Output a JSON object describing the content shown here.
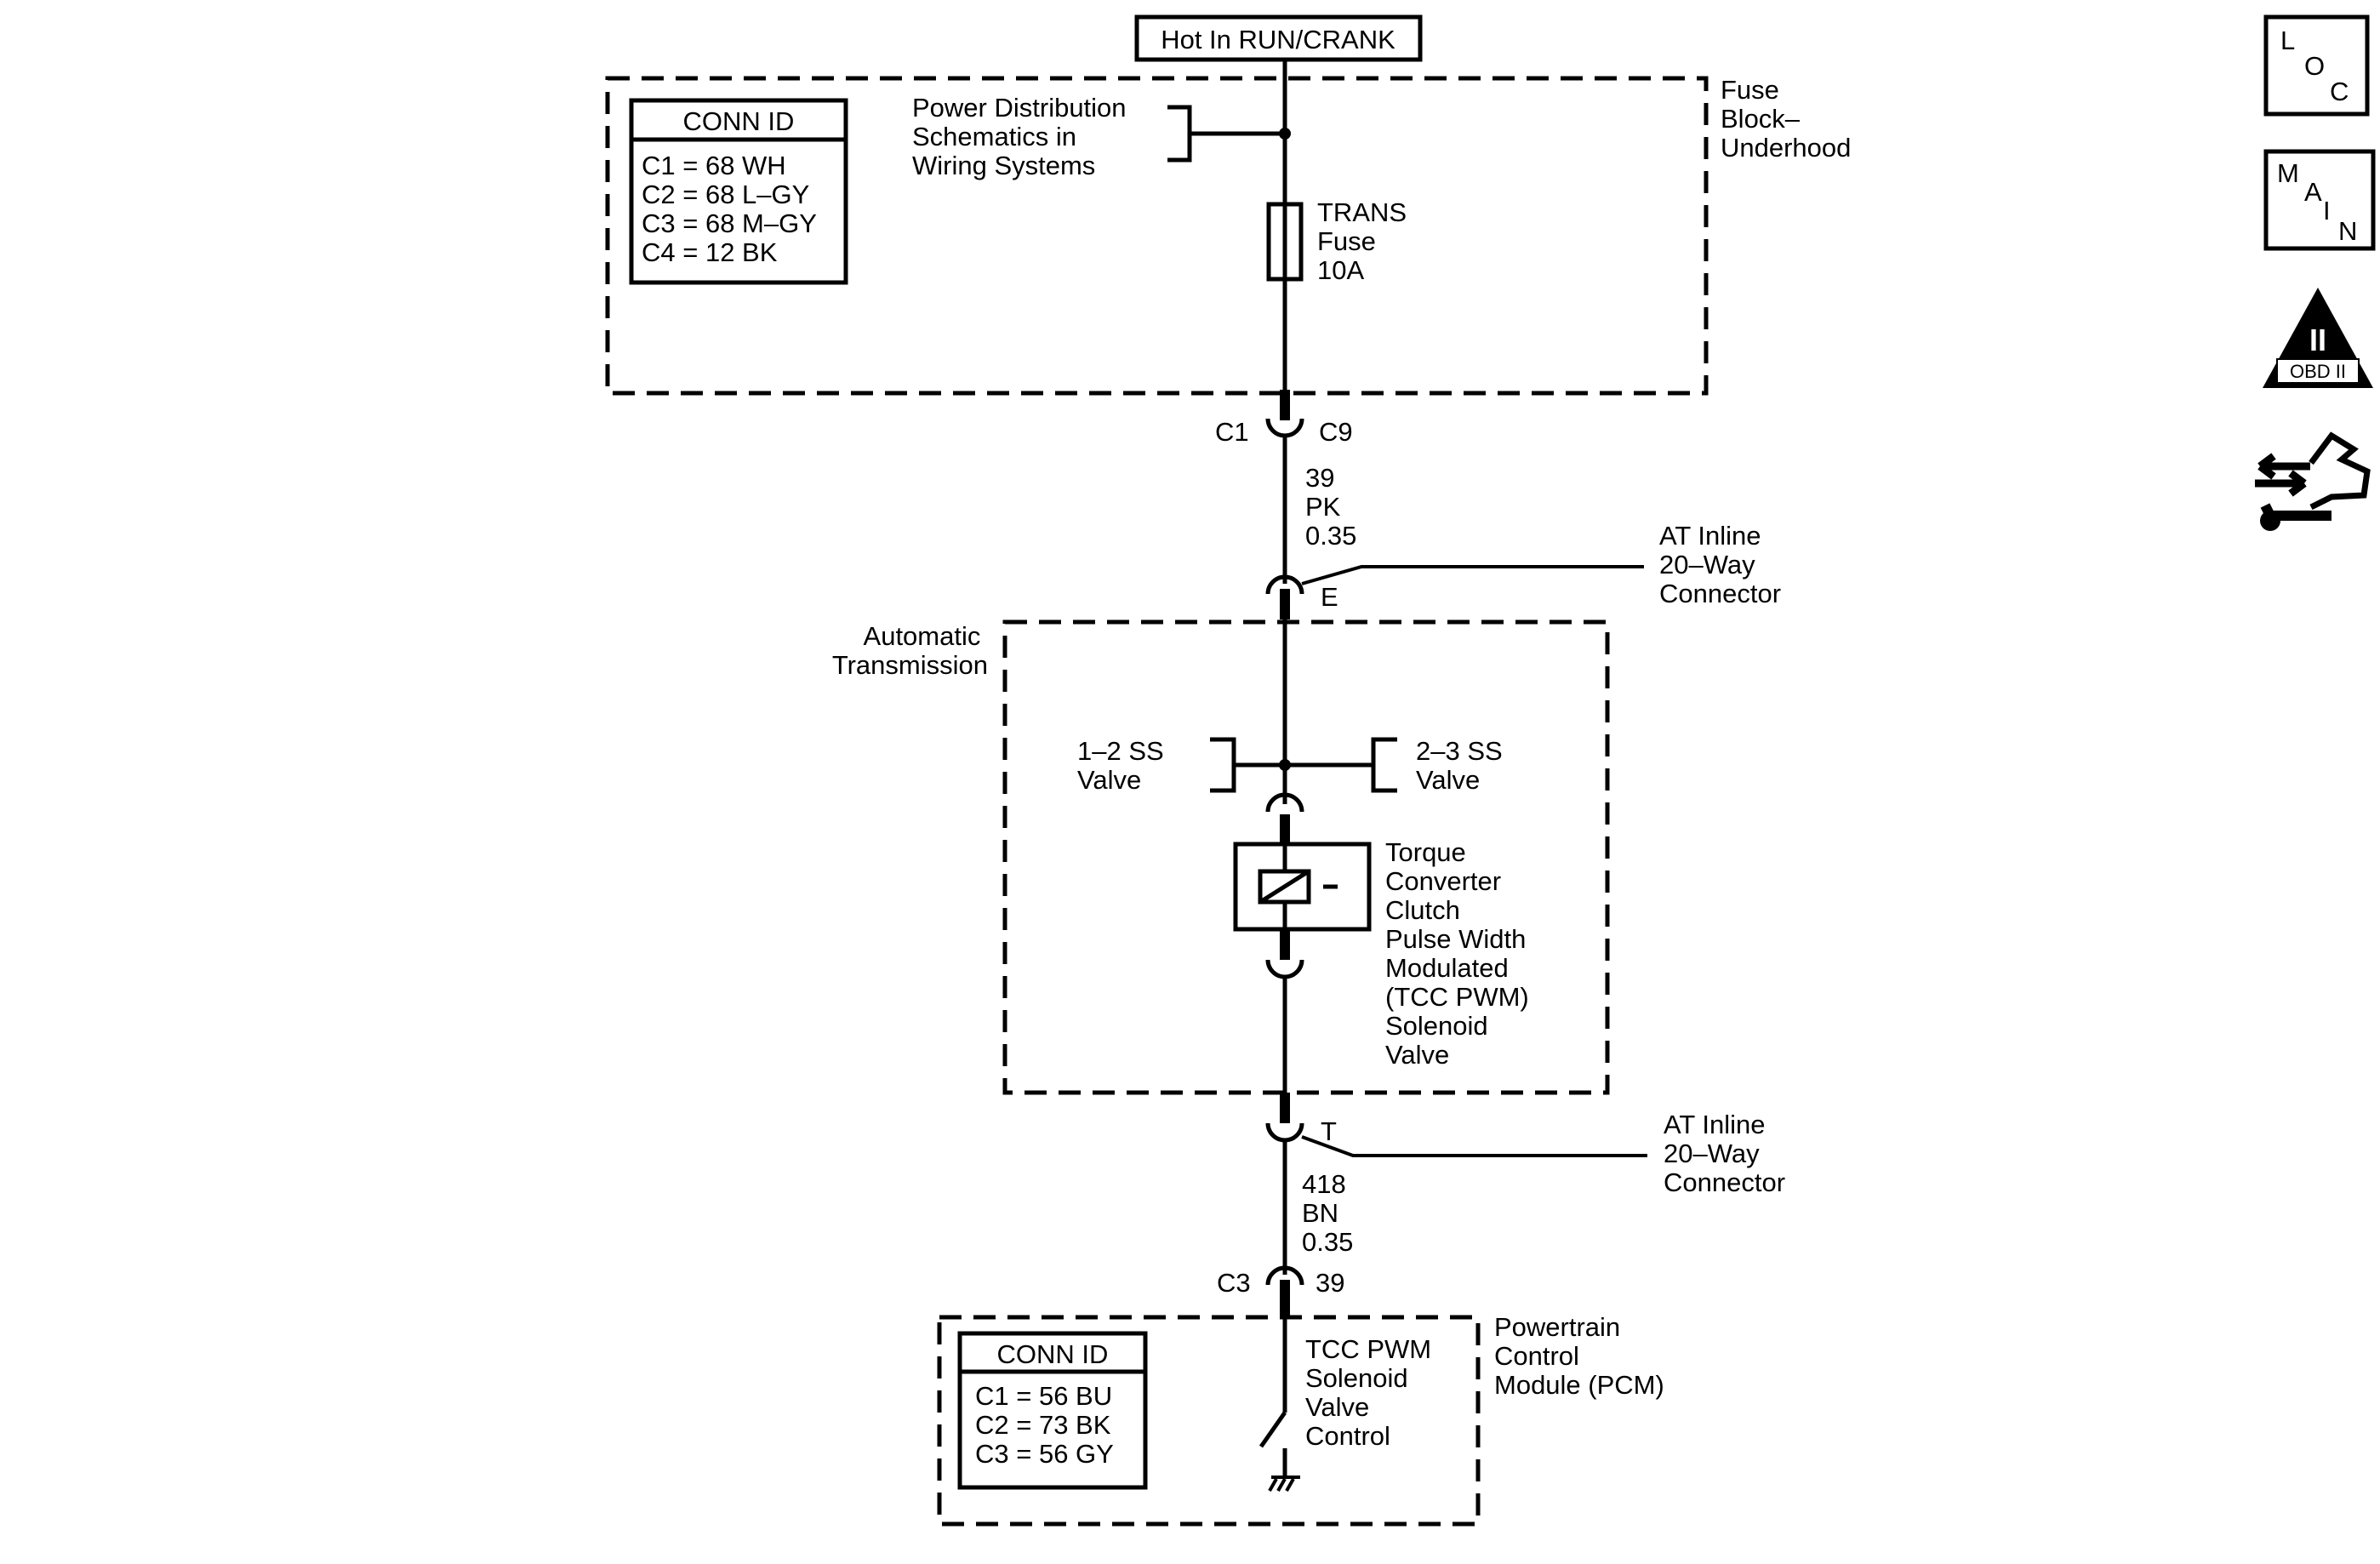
{
  "power_source": "Hot In RUN/CRANK",
  "fuse_block": {
    "label": [
      "Fuse",
      "Block–",
      "Underhood"
    ],
    "conn_id": {
      "title": "CONN ID",
      "rows": [
        "C1 = 68 WH",
        "C2 = 68 L–GY",
        "C3 = 68 M–GY",
        "C4 = 12 BK"
      ]
    },
    "power_distribution": [
      "Power Distribution",
      "Schematics in",
      "Wiring Systems"
    ],
    "fuse": [
      "TRANS",
      "Fuse",
      "10A"
    ]
  },
  "connector_c1": {
    "left": "C1",
    "right": "C9"
  },
  "wire_39": [
    "39",
    "PK",
    "0.35"
  ],
  "inline_e": {
    "pin": "E",
    "label": [
      "AT Inline",
      "20–Way",
      "Connector"
    ]
  },
  "transmission": {
    "label": [
      "Automatic",
      "Transmission"
    ],
    "valve_12": [
      "1–2 SS",
      "Valve"
    ],
    "valve_23": [
      "2–3 SS",
      "Valve"
    ],
    "tcc_solenoid": [
      "Torque",
      "Converter",
      "Clutch",
      "Pulse Width",
      "Modulated",
      "(TCC PWM)",
      "Solenoid",
      "Valve"
    ]
  },
  "inline_t": {
    "pin": "T",
    "label": [
      "AT Inline",
      "20–Way",
      "Connector"
    ]
  },
  "wire_418": [
    "418",
    "BN",
    "0.35"
  ],
  "connector_c3": {
    "left": "C3",
    "right": "39"
  },
  "pcm": {
    "label": [
      "Powertrain",
      "Control",
      "Module (PCM)"
    ],
    "conn_id": {
      "title": "CONN ID",
      "rows": [
        "C1 = 56 BU",
        "C2 = 73 BK",
        "C3 = 56 GY"
      ]
    },
    "control": [
      "TCC PWM",
      "Solenoid",
      "Valve",
      "Control"
    ]
  },
  "side_icons": {
    "loc": [
      "L",
      "O",
      "C"
    ],
    "main": [
      "M",
      "A",
      "I",
      "N"
    ],
    "obd": {
      "numeral": "II",
      "caption": "OBD II"
    },
    "names": [
      "loc-icon",
      "main-icon",
      "obd-ii-icon",
      "diagnostic-wrench-icon"
    ]
  }
}
